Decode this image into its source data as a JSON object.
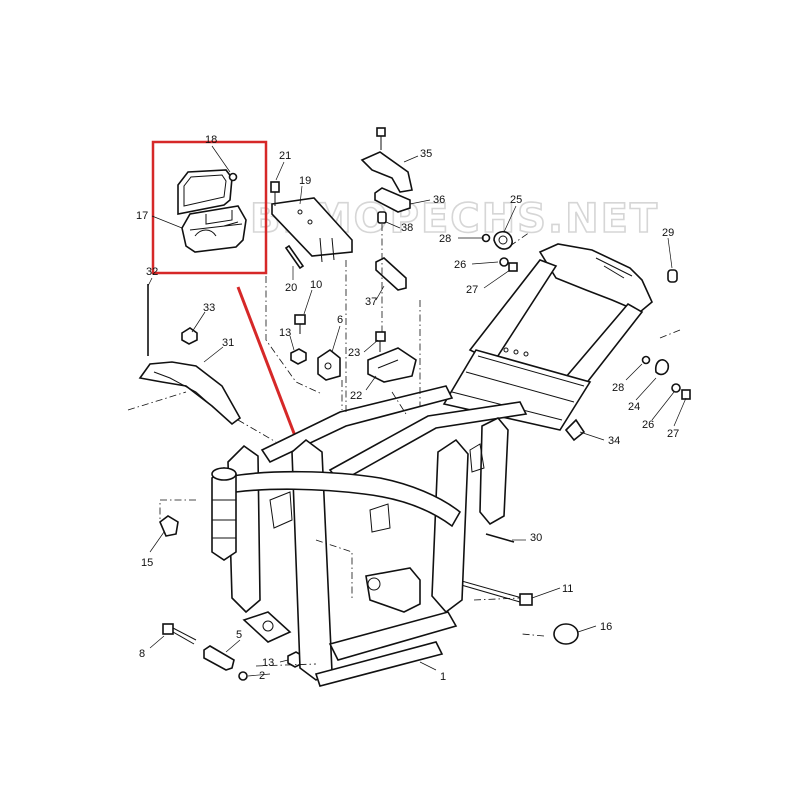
{
  "watermark": "BEMOPECHS.NET",
  "colors": {
    "highlight": "#d62828",
    "line": "#111111",
    "watermark": "#d6d6d6"
  },
  "labels": [
    {
      "id": "l18",
      "text": "18"
    },
    {
      "id": "l17",
      "text": "17"
    },
    {
      "id": "l32",
      "text": "32"
    },
    {
      "id": "l21",
      "text": "21"
    },
    {
      "id": "l19",
      "text": "19"
    },
    {
      "id": "l20",
      "text": "20"
    },
    {
      "id": "l10",
      "text": "10"
    },
    {
      "id": "l13a",
      "text": "13"
    },
    {
      "id": "l6",
      "text": "6"
    },
    {
      "id": "l33",
      "text": "33"
    },
    {
      "id": "l31",
      "text": "31"
    },
    {
      "id": "l35",
      "text": "35"
    },
    {
      "id": "l36",
      "text": "36"
    },
    {
      "id": "l38",
      "text": "38"
    },
    {
      "id": "l28a",
      "text": "28"
    },
    {
      "id": "l25",
      "text": "25"
    },
    {
      "id": "l26a",
      "text": "26"
    },
    {
      "id": "l27a",
      "text": "27"
    },
    {
      "id": "l37",
      "text": "37"
    },
    {
      "id": "l23",
      "text": "23"
    },
    {
      "id": "l22",
      "text": "22"
    },
    {
      "id": "l29",
      "text": "29"
    },
    {
      "id": "l28b",
      "text": "28"
    },
    {
      "id": "l24",
      "text": "24"
    },
    {
      "id": "l26b",
      "text": "26"
    },
    {
      "id": "l27b",
      "text": "27"
    },
    {
      "id": "l34",
      "text": "34"
    },
    {
      "id": "l30",
      "text": "30"
    },
    {
      "id": "l15",
      "text": "15"
    },
    {
      "id": "l11",
      "text": "11"
    },
    {
      "id": "l16",
      "text": "16"
    },
    {
      "id": "l8",
      "text": "8"
    },
    {
      "id": "l5",
      "text": "5"
    },
    {
      "id": "l13b",
      "text": "13"
    },
    {
      "id": "l2",
      "text": "2"
    },
    {
      "id": "l1",
      "text": "1"
    }
  ]
}
